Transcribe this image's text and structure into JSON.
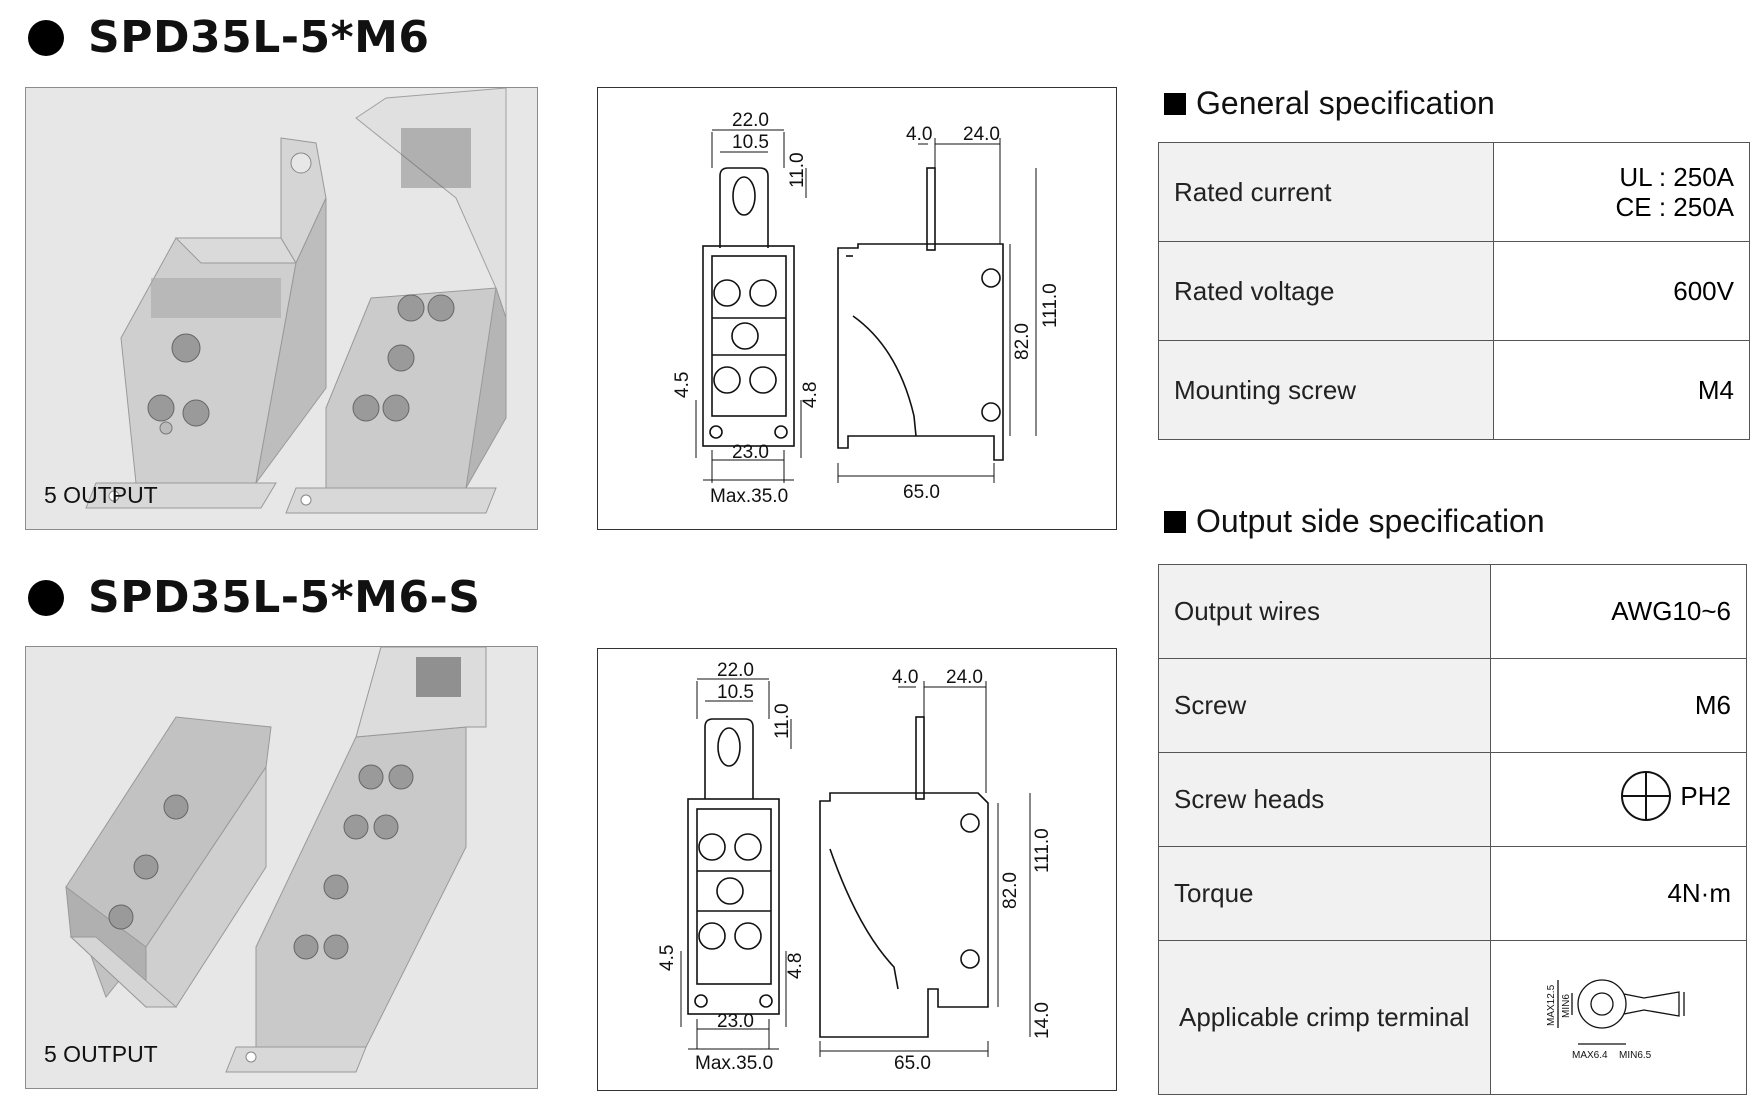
{
  "products": [
    {
      "title": "SPD35L-5*M6",
      "photo_label": "5 OUTPUT",
      "dims": {
        "top_w": "22.0",
        "tab_w": "10.5",
        "tab_h": "11.0",
        "base_hole": "4.5",
        "base_h": "4.8",
        "pitch": "23.0",
        "max_w": "Max.35.0",
        "side_t": "4.0",
        "side_w": "24.0",
        "h_inner": "82.0",
        "h_total": "111.0",
        "depth": "65.0"
      }
    },
    {
      "title": "SPD35L-5*M6-S",
      "photo_label": "5 OUTPUT",
      "dims": {
        "top_w": "22.0",
        "tab_w": "10.5",
        "tab_h": "11.0",
        "base_hole": "4.5",
        "base_h": "4.8",
        "pitch": "23.0",
        "max_w": "Max.35.0",
        "side_t": "4.0",
        "side_w": "24.0",
        "h_inner": "82.0",
        "h_total": "111.0",
        "depth": "65.0",
        "foot": "14.0"
      }
    }
  ],
  "general_spec": {
    "title": "General specification",
    "rows": [
      {
        "label": "Rated current",
        "value": [
          "UL : 250A",
          "CE : 250A"
        ]
      },
      {
        "label": "Rated voltage",
        "value": [
          "600V"
        ]
      },
      {
        "label": "Mounting screw",
        "value": [
          "M4"
        ]
      }
    ]
  },
  "output_spec": {
    "title": "Output side specification",
    "rows": [
      {
        "label": "Output wires",
        "value": "AWG10~6"
      },
      {
        "label": "Screw",
        "value": "M6"
      },
      {
        "label": "Screw heads",
        "value": "PH2",
        "icon": "phillips-head-icon"
      },
      {
        "label": "Torque",
        "value": "4N·m"
      },
      {
        "label": "Applicable crimp terminal",
        "value": "",
        "icon": "crimp-terminal-icon"
      }
    ],
    "crimp_labels": {
      "max_h": "MAX12.5",
      "min_h": "MIN6",
      "max_w": "MAX6.4",
      "min_w": "MIN6.5"
    }
  }
}
